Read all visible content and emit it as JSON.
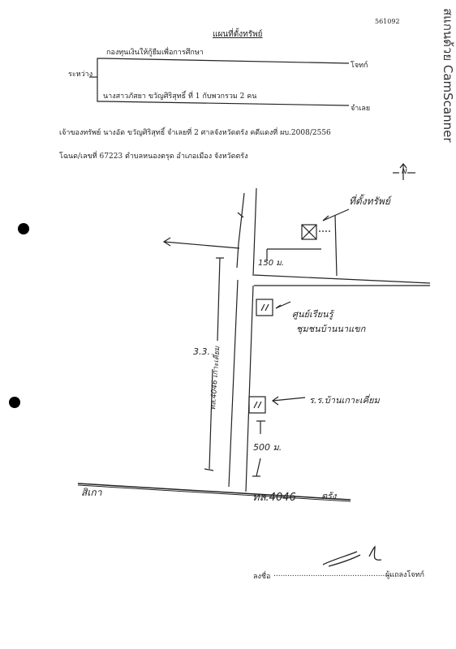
{
  "doc_number": "561092",
  "watermark": "สแกนด้วย CamScanner",
  "title": "แผนที่ตั้งทรัพย์",
  "between_label": "ระหว่าง",
  "plaintiff_name": "กองทุนเงินให้กู้ยืมเพื่อการศึกษา",
  "plaintiff_role": "โจทก์",
  "defendant_name": "นางสาวภัสยา ขวัญศิริสุทธิ์   ที่ 1 กับพวกรวม 2 คน",
  "defendant_role": "จำเลย",
  "owner_line": "เจ้าของทรัพย์ นางอัด ขวัญศิริสุทธิ์  จำเลยที่ 2 ศาลจังหวัดตรัง     คดีแดงที่ ผบ.2008/2556",
  "deed_line": "โฉนด/เลขที่  67223   ตำบลหนองตรุด      อำเภอเมือง    จังหวัดตรัง",
  "map": {
    "north_label": "N",
    "property_label": "ที่ตั้งทรัพย์",
    "distance_150": "150 ม.",
    "center_label_1": "ศูนย์เรียนรู้",
    "center_label_2": "ชุมชนบ้านนาแขก",
    "school_label": "ร.ร.บ้านเกาะเคี่ยม",
    "distance_500": "500 ม.",
    "distance_33": "3.3.",
    "side_road_label": "ทล.4046 เกาะเคี่ยม",
    "main_road_label": "ทล.4046",
    "left_dest": "สิเกา",
    "right_dest": "ตรัง"
  },
  "signature_label": "ลงชื่อ",
  "signature_dots": "...................................................",
  "signature_role": "ผู้แถลงโจทก์"
}
